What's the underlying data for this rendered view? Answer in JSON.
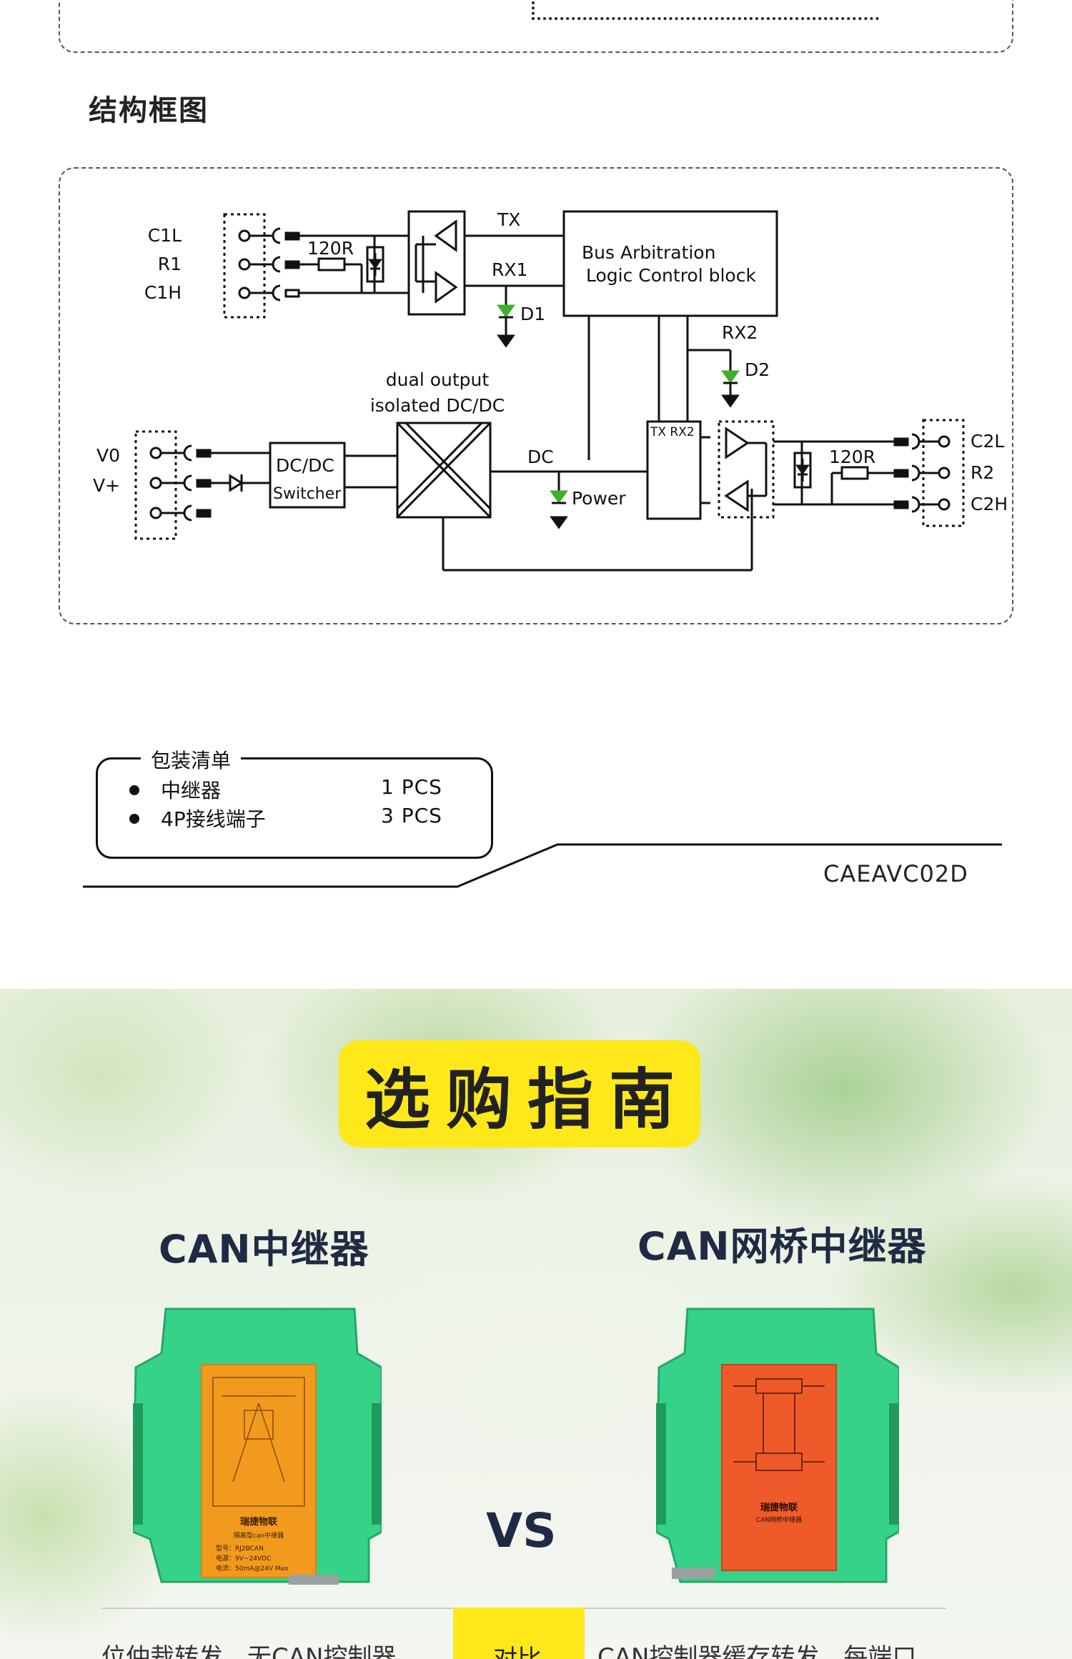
{
  "structure_section": {
    "title": "结构框图",
    "diagram": {
      "left_terminals": [
        "C1L",
        "R1",
        "C1H"
      ],
      "left_resistor": "120R",
      "tx": "TX",
      "rx1": "RX1",
      "d1": "D1",
      "logic_block_line1": "Bus Arbitration",
      "logic_block_line2": "Logic Control block",
      "rx2": "RX2",
      "d2": "D2",
      "dcdc_label_line1": "dual output",
      "dcdc_label_line2": "isolated DC/DC",
      "power_terminals": [
        "V0",
        "V+"
      ],
      "switcher_line1": "DC/DC",
      "switcher_line2": "Switcher",
      "dc": "DC",
      "power_led": "Power",
      "txrx2": "TX RX2",
      "right_resistor": "120R",
      "right_terminals": [
        "C2L",
        "R2",
        "C2H"
      ]
    }
  },
  "packing_list": {
    "title": "包装清单",
    "items": [
      {
        "name": "中继器",
        "qty": "1 PCS"
      },
      {
        "name": "4P接线端子",
        "qty": "3 PCS"
      }
    ],
    "model_code": "CAEAVC02D"
  },
  "guide_section": {
    "title": "选购指南",
    "left_product": {
      "name": "CAN中继器",
      "label_brand": "瑞捷物联",
      "label_type": "隔离型can中继器",
      "label_model": "型号：RJ2BCAN",
      "label_power": "电源：9V~24VDC",
      "label_current": "电流：50mA@24V Max"
    },
    "right_product": {
      "name": "CAN网桥中继器",
      "label_brand": "瑞捷物联",
      "label_type": "CAN网桥中继器"
    },
    "vs": "VS",
    "bottom_left": "位仲裁转发，无CAN控制器",
    "bottom_middle": "对比",
    "bottom_right": "CAN控制器缓存转发，每端口"
  },
  "colors": {
    "accent_yellow": "#ffe81a",
    "device_green": "#37d289",
    "label_orange_left": "#f29a1d",
    "label_orange_right": "#ee5a2a",
    "led_green": "#3fae2a",
    "title_navy": "#1f2a44"
  }
}
